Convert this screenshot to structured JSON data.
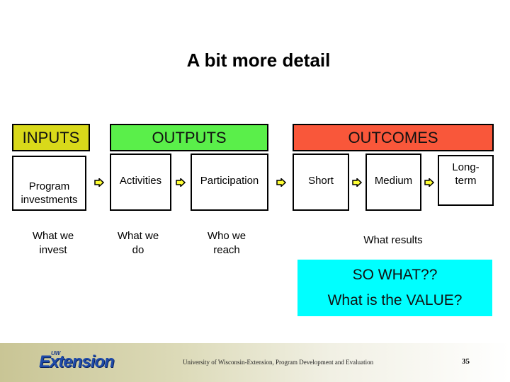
{
  "slide": {
    "title": "A bit more detail",
    "colors": {
      "inputs_header": "#d9d91a",
      "outputs_header": "#5aef4a",
      "outcomes_header": "#f9573a",
      "so_what_box": "#00ffff",
      "arrow_fill": "#ffff33"
    }
  },
  "headers": {
    "inputs": "INPUTS",
    "outputs": "OUTPUTS",
    "outcomes": "OUTCOMES"
  },
  "boxes": {
    "program_investments": "Program investments",
    "activities": "Activities",
    "participation": "Participation",
    "short": "Short",
    "medium": "Medium",
    "long_term_line1": "Long-",
    "long_term_line2": "term"
  },
  "labels": {
    "what_we_invest_1": "What we",
    "what_we_invest_2": "invest",
    "what_we_do_1": "What we",
    "what_we_do_2": "do",
    "who_we_reach_1": "Who we",
    "who_we_reach_2": "reach",
    "what_results": "What results"
  },
  "so_what": {
    "line1": "SO WHAT??",
    "line2": "What is the VALUE?"
  },
  "footer": {
    "logo_small": "UW",
    "logo_main": "Extension",
    "credit": "University of Wisconsin-Extension, Program Development and Evaluation",
    "page_number": "35"
  },
  "icons": {
    "flow_arrow": "right-arrow-icon"
  }
}
